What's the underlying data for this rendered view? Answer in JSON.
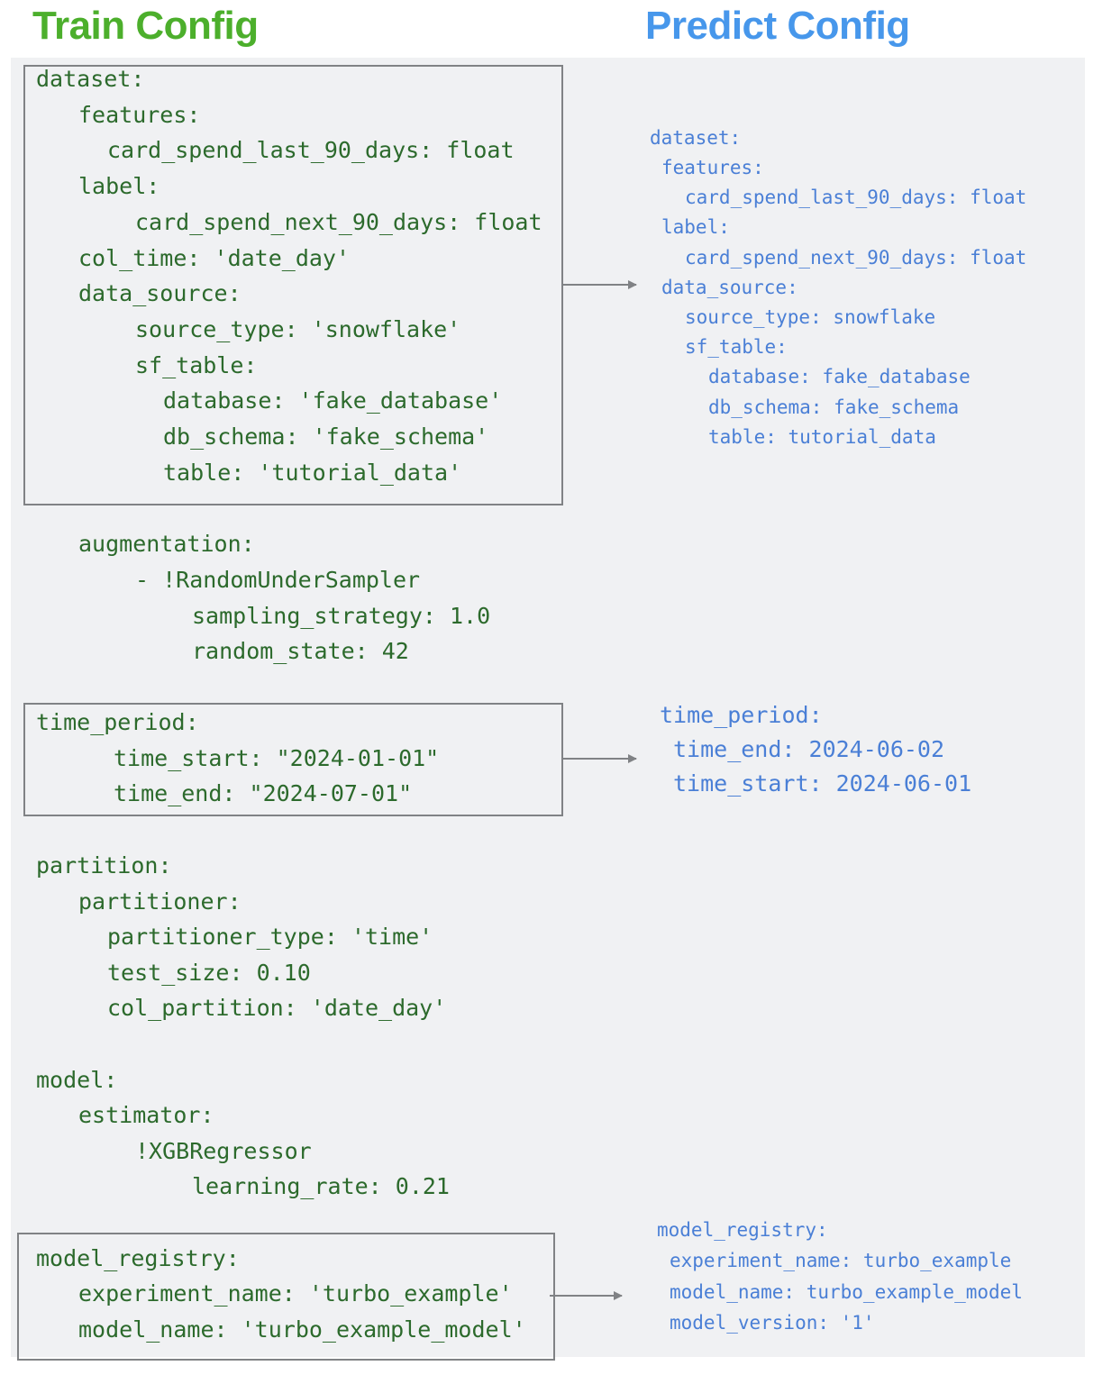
{
  "train_title": "Train Config",
  "predict_title": "Predict Config",
  "colors": {
    "train_title": "#4caf2c",
    "predict_title": "#4797eb",
    "train_code": "#2c6a2c",
    "predict_code": "#4a7fd6",
    "box_border": "#808285",
    "panel": "#f0f1f3"
  },
  "train": {
    "dataset": [
      "dataset:",
      "features:",
      "card_spend_last_90_days: float",
      "label:",
      "card_spend_next_90_days: float",
      "col_time: 'date_day'",
      "data_source:",
      "source_type: 'snowflake'",
      "sf_table:",
      "database: 'fake_database'",
      "db_schema: 'fake_schema'",
      "table: 'tutorial_data'"
    ],
    "augmentation": [
      "augmentation:",
      "- !RandomUnderSampler",
      "sampling_strategy: 1.0",
      "random_state: 42"
    ],
    "time_period": [
      "time_period:",
      "time_start: \"2024-01-01\"",
      "time_end: \"2024-07-01\""
    ],
    "partition": [
      "partition:",
      "partitioner:",
      "partitioner_type: 'time'",
      "test_size: 0.10",
      "col_partition: 'date_day'"
    ],
    "model": [
      "model:",
      "estimator:",
      "!XGBRegressor",
      "learning_rate: 0.21"
    ],
    "model_registry": [
      "model_registry:",
      "experiment_name: 'turbo_example'",
      "model_name: 'turbo_example_model'"
    ]
  },
  "predict": {
    "dataset": [
      "dataset:",
      "features:",
      "card_spend_last_90_days: float",
      "label:",
      "card_spend_next_90_days: float",
      "data_source:",
      "source_type: snowflake",
      "sf_table:",
      "database: fake_database",
      "db_schema: fake_schema",
      "table: tutorial_data"
    ],
    "time_period": [
      "time_period:",
      "time_end: 2024-06-02",
      "time_start: 2024-06-01"
    ],
    "model_registry": [
      "model_registry:",
      "experiment_name: turbo_example",
      "model_name: turbo_example_model",
      "model_version: '1'"
    ]
  }
}
